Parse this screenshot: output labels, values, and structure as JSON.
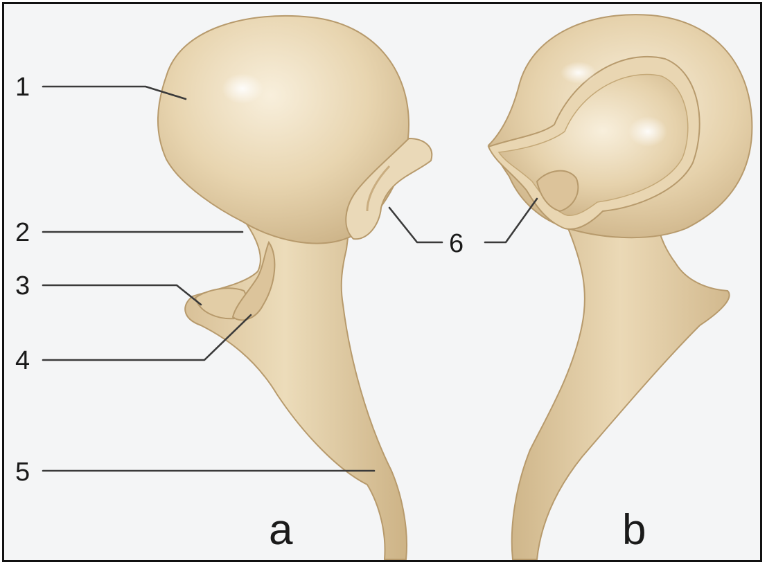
{
  "labels": {
    "n1": "1",
    "n2": "2",
    "n3": "3",
    "n4": "4",
    "n5": "5",
    "n6": "6"
  },
  "views": {
    "a": "a",
    "b": "b"
  },
  "colors": {
    "bone": "#e7d3ae",
    "bone_light": "#f6ead2",
    "bone_shadow": "#c7ad80",
    "outline": "#b79a6c",
    "background": "#f4f5f6",
    "line": "#3a3a3a"
  }
}
